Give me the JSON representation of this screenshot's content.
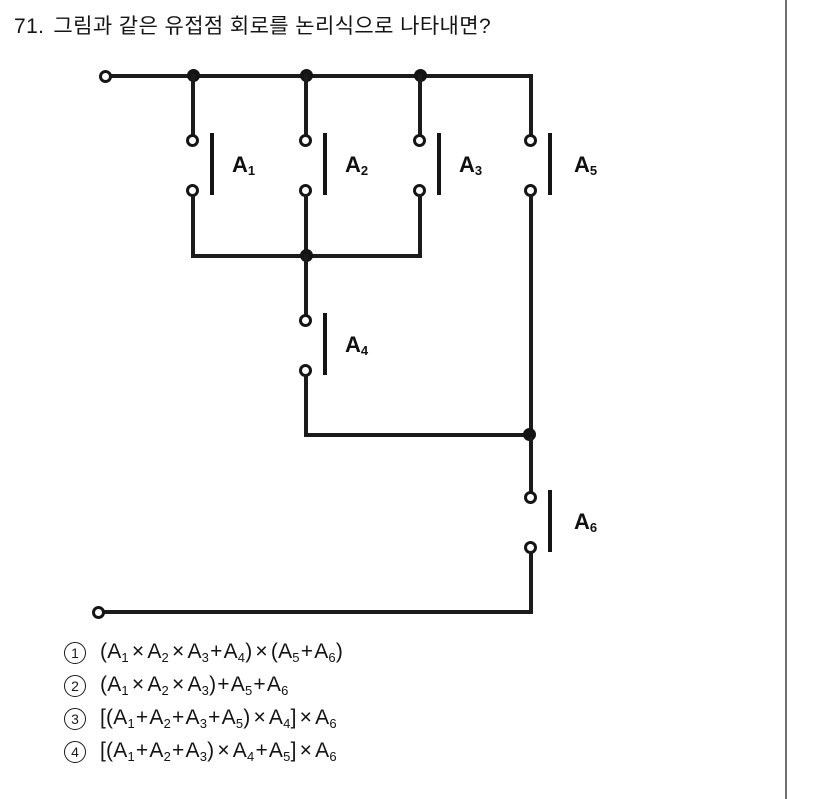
{
  "question": {
    "number": "71.",
    "text": "그림과 같은 유접점 회로를 논리식으로 나타내면?"
  },
  "circuit": {
    "contacts": [
      {
        "id": "A1",
        "label": "A",
        "subscript": "1"
      },
      {
        "id": "A2",
        "label": "A",
        "subscript": "2"
      },
      {
        "id": "A3",
        "label": "A",
        "subscript": "3"
      },
      {
        "id": "A4",
        "label": "A",
        "subscript": "4"
      },
      {
        "id": "A5",
        "label": "A",
        "subscript": "5"
      },
      {
        "id": "A6",
        "label": "A",
        "subscript": "6"
      }
    ],
    "terminals": [
      {
        "id": "input-terminal",
        "position": "top-left"
      },
      {
        "id": "output-terminal",
        "position": "bottom-left"
      }
    ],
    "line_color": "#1b1b1b"
  },
  "choices": [
    {
      "marker": "1",
      "parts": [
        {
          "t": "(A",
          "sub": "1"
        },
        {
          "t": "×",
          "cls": "op-times"
        },
        {
          "t": "A",
          "sub": "2"
        },
        {
          "t": "×",
          "cls": "op-times"
        },
        {
          "t": "A",
          "sub": "3"
        },
        {
          "t": "+",
          "cls": "op"
        },
        {
          "t": "A",
          "sub": "4"
        },
        {
          "t": ")"
        },
        {
          "t": "×",
          "cls": "op-times"
        },
        {
          "t": "(A",
          "sub": "5"
        },
        {
          "t": "+",
          "cls": "op"
        },
        {
          "t": "A",
          "sub": "6"
        },
        {
          "t": ")"
        }
      ]
    },
    {
      "marker": "2",
      "parts": [
        {
          "t": "(A",
          "sub": "1"
        },
        {
          "t": "×",
          "cls": "op-times"
        },
        {
          "t": "A",
          "sub": "2"
        },
        {
          "t": "×",
          "cls": "op-times"
        },
        {
          "t": "A",
          "sub": "3"
        },
        {
          "t": ")"
        },
        {
          "t": "+",
          "cls": "op"
        },
        {
          "t": "A",
          "sub": "5"
        },
        {
          "t": "+",
          "cls": "op"
        },
        {
          "t": "A",
          "sub": "6"
        }
      ]
    },
    {
      "marker": "3",
      "parts": [
        {
          "t": "[(A",
          "sub": "1"
        },
        {
          "t": "+",
          "cls": "op"
        },
        {
          "t": "A",
          "sub": "2"
        },
        {
          "t": "+",
          "cls": "op"
        },
        {
          "t": "A",
          "sub": "3"
        },
        {
          "t": "+",
          "cls": "op"
        },
        {
          "t": "A",
          "sub": "5"
        },
        {
          "t": ")"
        },
        {
          "t": "×",
          "cls": "op-times"
        },
        {
          "t": "A",
          "sub": "4"
        },
        {
          "t": "]"
        },
        {
          "t": "×",
          "cls": "op-times"
        },
        {
          "t": "A",
          "sub": "6"
        }
      ]
    },
    {
      "marker": "4",
      "parts": [
        {
          "t": "[(A",
          "sub": "1"
        },
        {
          "t": "+",
          "cls": "op"
        },
        {
          "t": "A",
          "sub": "2"
        },
        {
          "t": "+",
          "cls": "op"
        },
        {
          "t": "A",
          "sub": "3"
        },
        {
          "t": ")"
        },
        {
          "t": "×",
          "cls": "op-times"
        },
        {
          "t": "A",
          "sub": "4"
        },
        {
          "t": "+",
          "cls": "op"
        },
        {
          "t": "A",
          "sub": "5"
        },
        {
          "t": "]"
        },
        {
          "t": "×",
          "cls": "op-times"
        },
        {
          "t": "A",
          "sub": "6"
        }
      ]
    }
  ]
}
